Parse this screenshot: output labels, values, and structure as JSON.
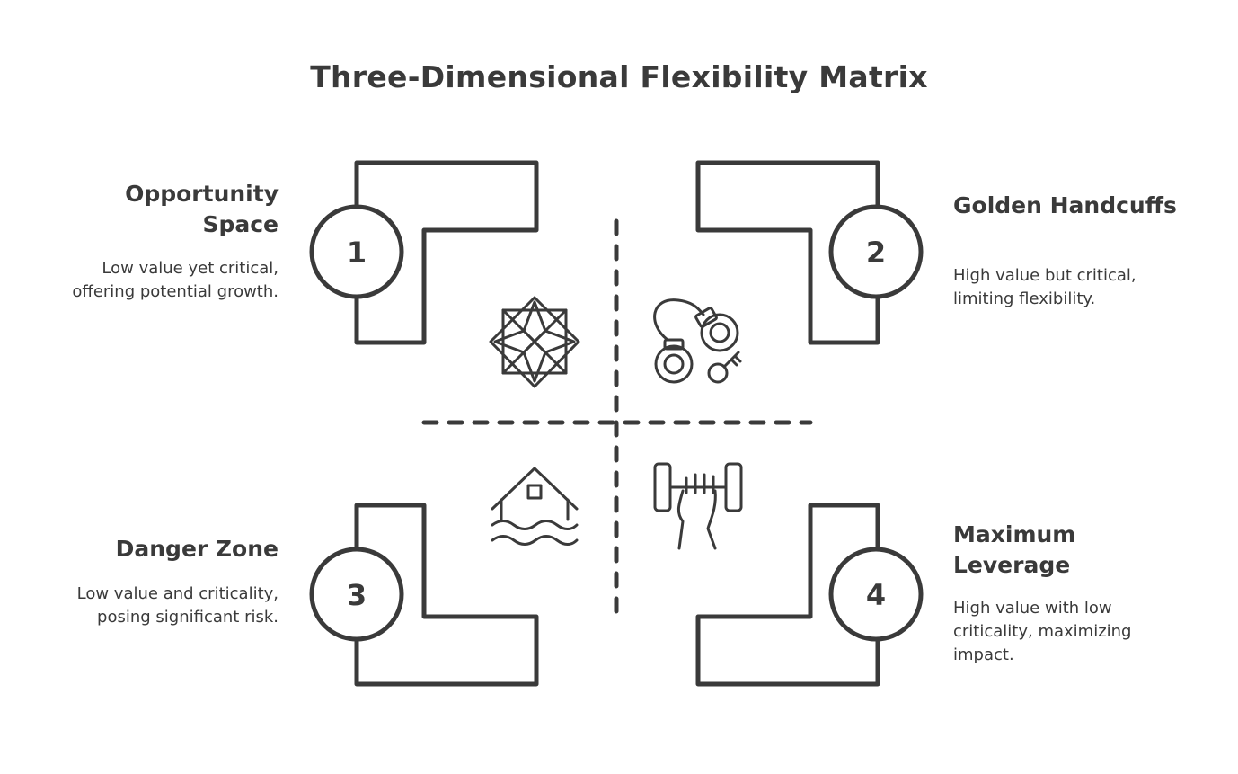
{
  "title": "Three-Dimensional Flexibility Matrix",
  "quadrants": [
    {
      "number": "1",
      "title": "Opportunity Space",
      "description": "Low value yet critical, offering potential growth.",
      "icon": "compass-star-icon"
    },
    {
      "number": "2",
      "title": "Golden Handcuffs",
      "description": "High value but critical, limiting flexibility.",
      "icon": "handcuffs-key-icon"
    },
    {
      "number": "3",
      "title": "Danger Zone",
      "description": "Low value and criticality, posing significant risk.",
      "icon": "flooded-house-icon"
    },
    {
      "number": "4",
      "title": "Maximum Leverage",
      "description": "High value with low criticality, maximizing impact.",
      "icon": "dumbbell-hand-icon"
    }
  ],
  "colors": {
    "stroke": "#3a3a3a",
    "background": "#ffffff"
  }
}
